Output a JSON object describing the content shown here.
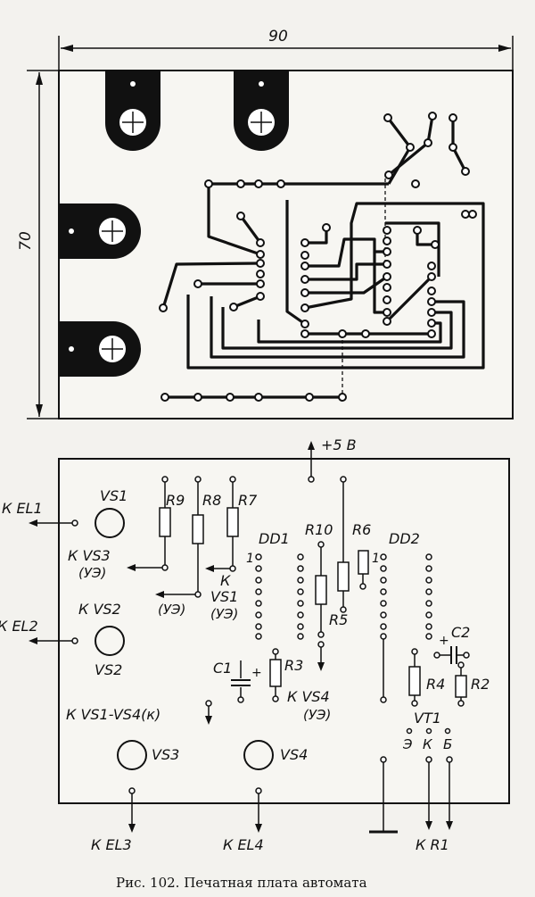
{
  "dimensions": {
    "width": "90",
    "height": "70"
  },
  "top_labels": {
    "power": "+5 В"
  },
  "board_labels": {
    "k_el1": "К EL1",
    "k_el2": "К EL2",
    "k_el3": "К EL3",
    "k_el4": "К EL4",
    "vs1": "VS1",
    "vs2": "VS2",
    "vs3": "VS3",
    "vs4": "VS4",
    "k_vs3": "К VS3",
    "ue1": "(УЭ)",
    "k_vs2": "К  VS2",
    "ue2": "(УЭ)",
    "k_vs1_k": "К",
    "k_vs1": "VS1",
    "ue3": "(УЭ)",
    "k_vs1_vs4": "К  VS1-VS4(к)",
    "k_vs4": "К  VS4",
    "ue4": "(УЭ)",
    "r9": "R9",
    "r8": "R8",
    "r7": "R7",
    "r10": "R10",
    "r6": "R6",
    "r5": "R5",
    "r3": "R3",
    "r4": "R4",
    "r2": "R2",
    "c1": "C1",
    "c2": "C2",
    "plus1": "+",
    "plus2": "+",
    "dd1": "DD1",
    "dd2": "DD2",
    "pin1a": "1",
    "pin1b": "1",
    "vt1": "VT1",
    "pin_e": "Э",
    "pin_k": "К",
    "pin_b": "Б",
    "k_r1": "К  R1"
  },
  "caption": "Рис. 102. Печатная плата автомата"
}
